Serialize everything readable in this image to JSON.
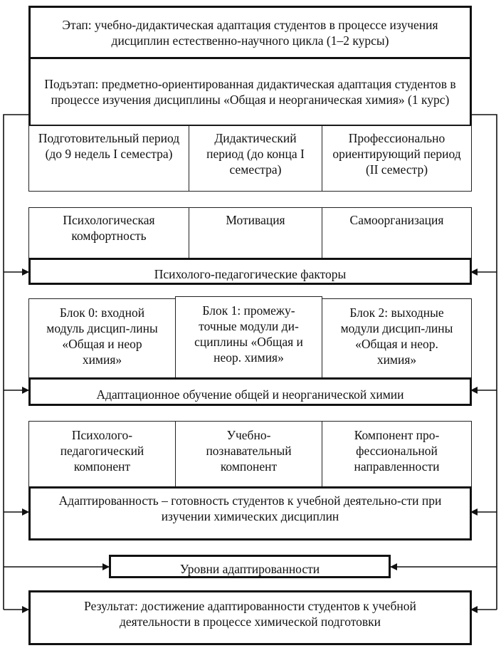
{
  "stage": "Этап: учебно-дидактическая адаптация студентов в процессе изучения дисциплин естественно-научного цикла (1–2 курсы)",
  "substage": "Подъэтап: предметно-ориентированная дидактическая адаптация студентов в процессе изучения дисциплины «Общая и неорганическая химия» (1 курс)",
  "periods": [
    "Подготовительный период (до 9 недель I семестра)",
    "Дидактический период (до конца I семестра)",
    "Профессионально ориентирующий период (II семестр)"
  ],
  "factors": [
    "Психологическая комфортность",
    "Мотивация",
    "Самоорганизация"
  ],
  "factors_title": "Психолого-педагогические факторы",
  "blocks": [
    "Блок 0: входной модуль дисцип-лины «Общая и неор химия»",
    "Блок 1: промежу-точные модули ди-сциплины «Общая и неор. химия»",
    "Блок 2: выходные модули дисцип-лины «Общая и неор. химия»"
  ],
  "learning_title": "Адаптационное обучение общей и неорганической химии",
  "components": [
    "Психолого-педагогический компонент",
    "Учебно-познавательный компонент",
    "Компонент про-фессиональной направленности"
  ],
  "adaptivity_title": "Адаптированность – готовность студентов к учебной деятельно-сти при изучении химических дисциплин",
  "levels_title": "Уровни адаптированности",
  "result": "Результат: достижение адаптированности студентов к учебной деятельности в процессе химической подготовки"
}
